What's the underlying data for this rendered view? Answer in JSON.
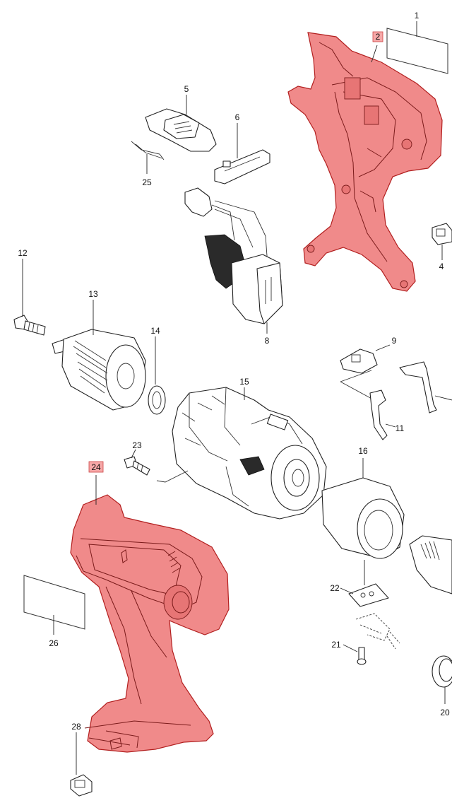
{
  "parts": [
    {
      "number": "1"
    },
    {
      "number": "2"
    },
    {
      "number": "4"
    },
    {
      "number": "5"
    },
    {
      "number": "6"
    },
    {
      "number": "8"
    },
    {
      "number": "9"
    },
    {
      "number": "11"
    },
    {
      "number": "12"
    },
    {
      "number": "13"
    },
    {
      "number": "14"
    },
    {
      "number": "15"
    },
    {
      "number": "16"
    },
    {
      "number": "20"
    },
    {
      "number": "21"
    },
    {
      "number": "22"
    },
    {
      "number": "23"
    },
    {
      "number": "24"
    },
    {
      "number": "25"
    },
    {
      "number": "26"
    },
    {
      "number": "28"
    }
  ],
  "highlighted_parts": [
    "2",
    "24"
  ],
  "colors": {
    "highlight_fill": "#f08a8a",
    "highlight_stroke": "#b21f1f",
    "line": "#222222"
  }
}
